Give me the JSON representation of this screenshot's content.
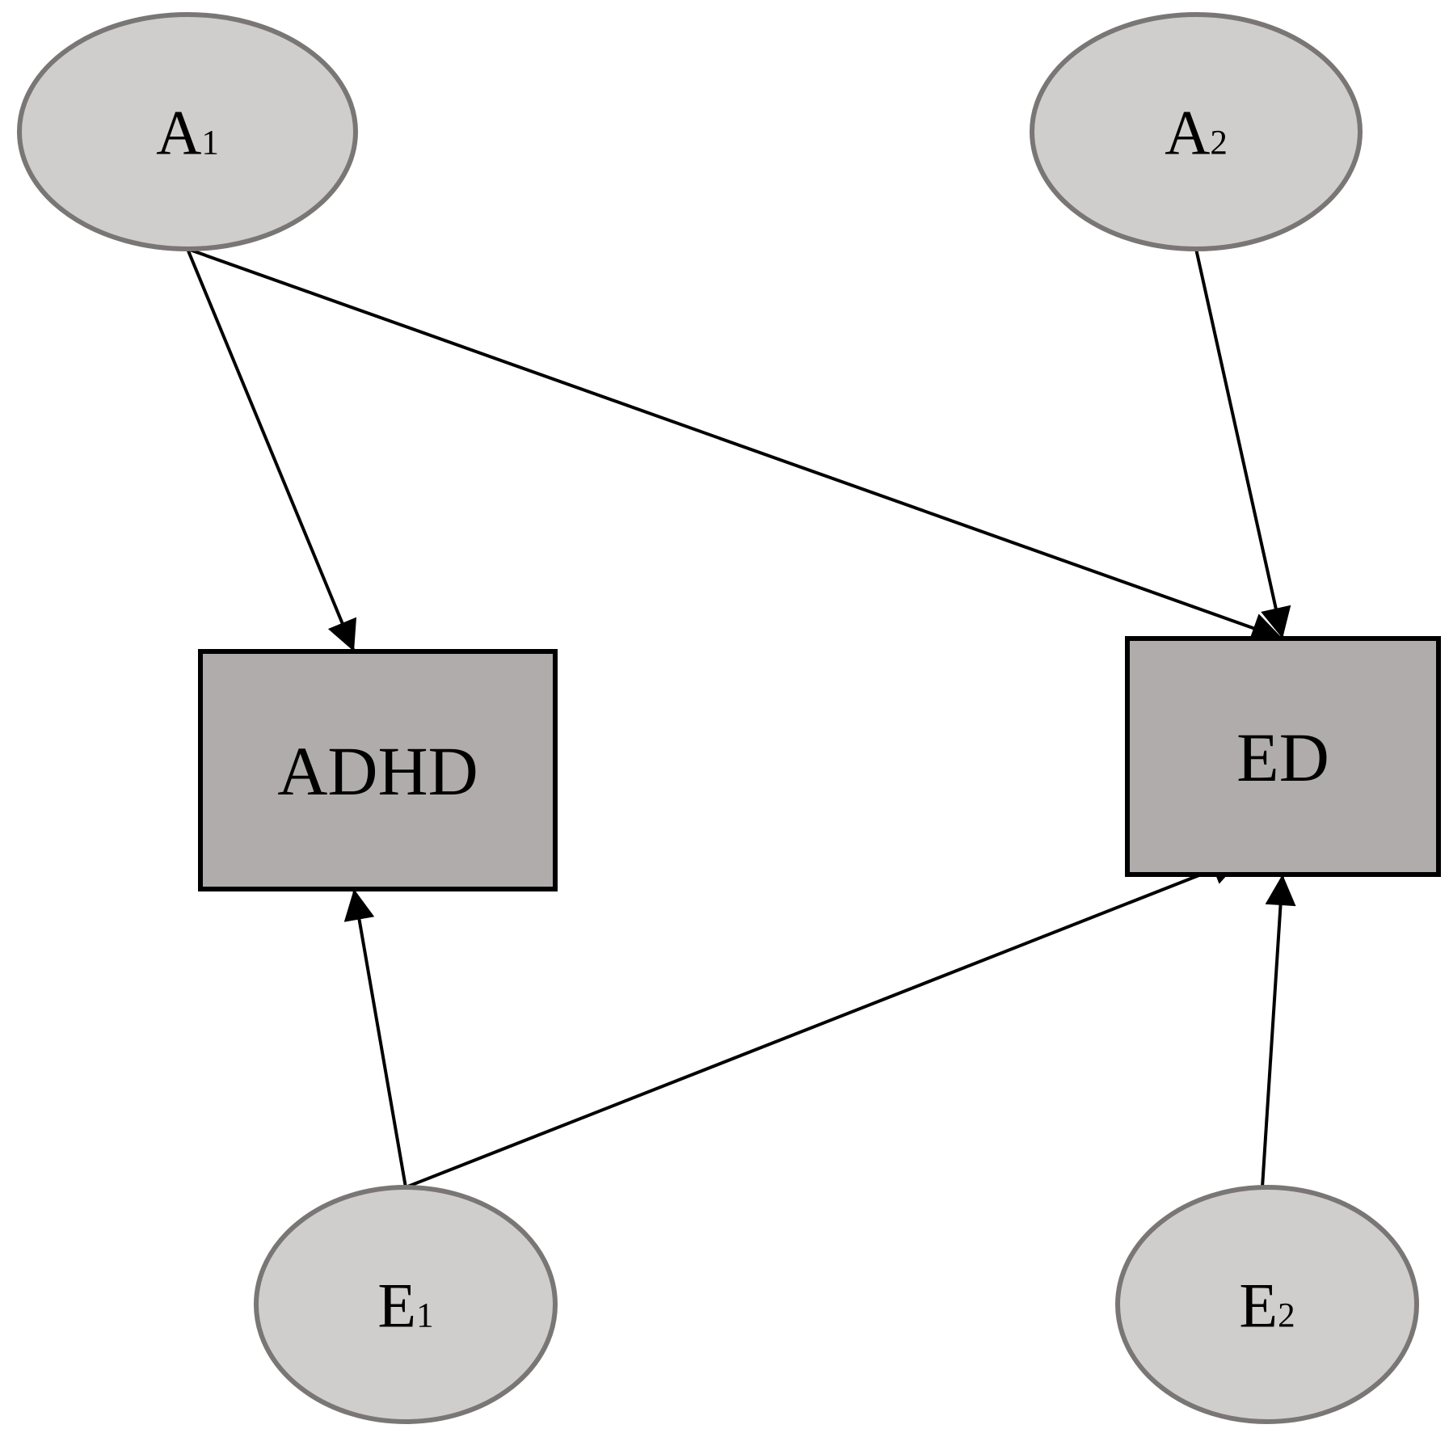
{
  "colors": {
    "latent_fill": "#d0cecd",
    "latent_stroke": "#7a7676",
    "observed_fill": "#b0acab",
    "observed_stroke": "#000000",
    "edge": "#000000"
  },
  "nodes": [
    {
      "id": "A1",
      "shape": "ellipse",
      "label": "A",
      "subscript": "1"
    },
    {
      "id": "A2",
      "shape": "ellipse",
      "label": "A",
      "subscript": "2"
    },
    {
      "id": "ADHD",
      "shape": "rect",
      "label": "ADHD",
      "subscript": ""
    },
    {
      "id": "ED",
      "shape": "rect",
      "label": "ED",
      "subscript": ""
    },
    {
      "id": "E1",
      "shape": "ellipse",
      "label": "E",
      "subscript": "1"
    },
    {
      "id": "E2",
      "shape": "ellipse",
      "label": "E",
      "subscript": "2"
    }
  ],
  "edges": [
    {
      "from": "A1",
      "to": "ADHD"
    },
    {
      "from": "A1",
      "to": "ED"
    },
    {
      "from": "A2",
      "to": "ED"
    },
    {
      "from": "E1",
      "to": "ADHD"
    },
    {
      "from": "E1",
      "to": "ED"
    },
    {
      "from": "E2",
      "to": "ED"
    }
  ]
}
